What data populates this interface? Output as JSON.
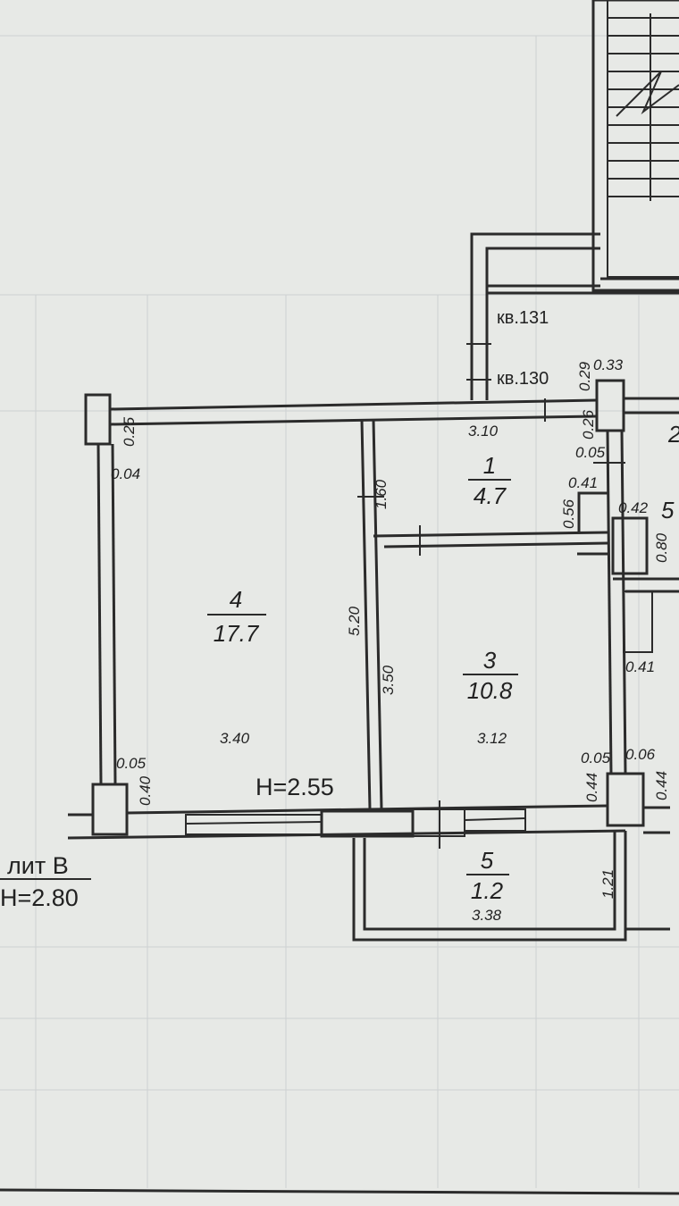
{
  "apartments": {
    "upper": "кв.131",
    "current": "кв.130"
  },
  "rooms": [
    {
      "number": "1",
      "area": "4.7"
    },
    {
      "number": "3",
      "area": "10.8"
    },
    {
      "number": "4",
      "area": "17.7"
    },
    {
      "number": "5",
      "area": "1.2"
    },
    {
      "number": "2",
      "area": ""
    },
    {
      "number": "5",
      "area": ""
    }
  ],
  "heights": {
    "ceiling": "H=2.55",
    "litera": "лит В",
    "litera_height": "H=2.80"
  },
  "dimensions": {
    "d_0_25": "0.25",
    "d_0_04": "0.04",
    "d_3_10": "3.10",
    "d_1_60": "1.60",
    "d_0_29": "0.29",
    "d_0_33": "0.33",
    "d_0_26": "0.26",
    "d_0_05a": "0.05",
    "d_0_41a": "0.41",
    "d_0_56": "0.56",
    "d_0_42": "0.42",
    "d_0_80": "0.80",
    "d_5_20": "5.20",
    "d_3_50": "3.50",
    "d_0_41b": "0.41",
    "d_3_40": "3.40",
    "d_3_12": "3.12",
    "d_0_05b": "0.05",
    "d_0_40": "0.40",
    "d_0_44a": "0.44",
    "d_0_05c": "0.05",
    "d_0_06": "0.06",
    "d_0_44b": "0.44",
    "d_1_21": "1.21",
    "d_3_38": "3.38"
  },
  "colors": {
    "paper": "#e7e9e6",
    "ink": "#2b2b2b",
    "grid": "#cdd1d2"
  }
}
